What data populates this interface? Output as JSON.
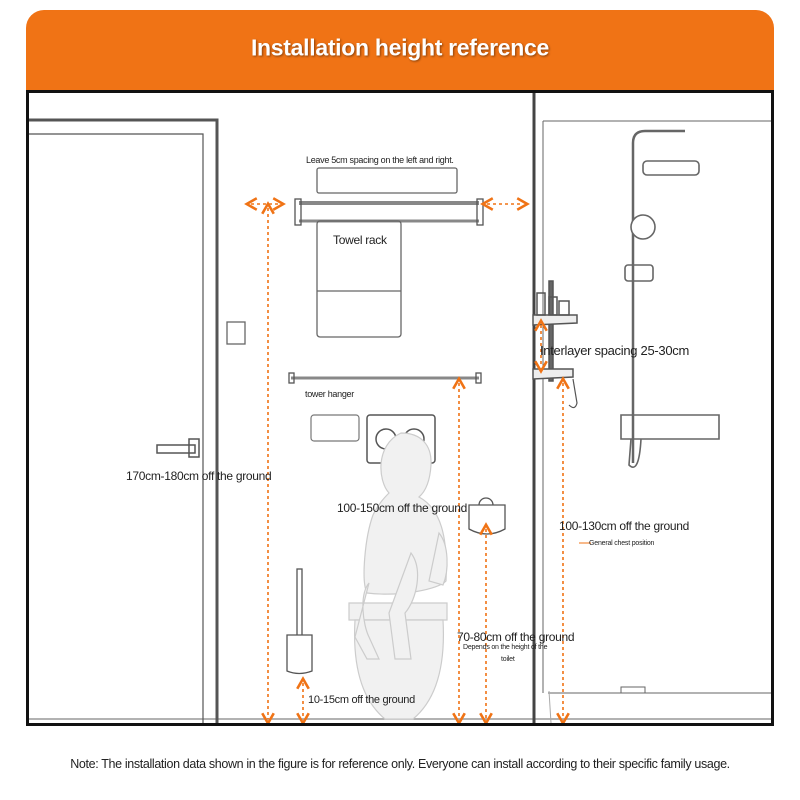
{
  "header": {
    "title": "Installation height reference"
  },
  "labels": {
    "spacing": "Leave 5cm spacing on the left and right.",
    "towel_rack": "Towel rack",
    "tower_hanger": "tower hanger",
    "rack_height": "170cm-180cm off the ground",
    "hanger_height": "100-150cm off the ground",
    "interlayer": "Interlayer spacing 25-30cm",
    "shelf_height": "100-130cm off the ground",
    "chest_position": "General chest position",
    "paper_height": "70-80cm off the ground",
    "toilet_note_line1": "Depends on the height of the",
    "toilet_note_line2": "toilet",
    "brush_height": "10-15cm off the ground"
  },
  "footer": {
    "note": "Note: The installation data shown in the figure is for reference only. Everyone can install according to their specific family usage."
  },
  "colors": {
    "banner": "#f07315",
    "arrow": "#f07315",
    "line": "#777777"
  }
}
